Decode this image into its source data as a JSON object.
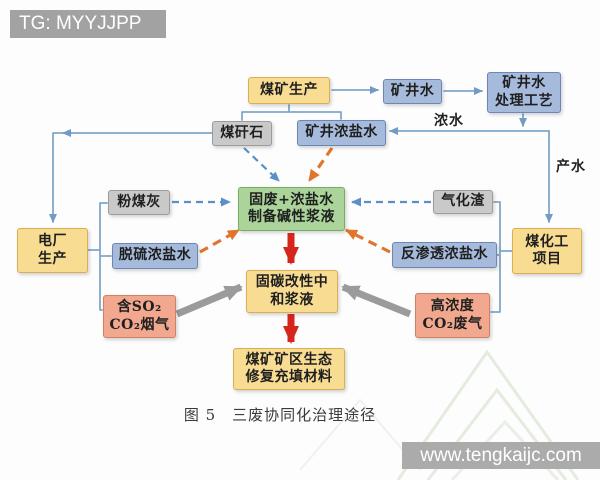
{
  "watermarks": {
    "top_left": "TG: MYYJJPP",
    "bottom_right": "www.tengkaijc.com"
  },
  "caption": "图 5　三废协同化治理途径",
  "edge_labels": {
    "concentrated_water": "浓水",
    "product_water": "产水"
  },
  "nodes": {
    "coal_mine_production": {
      "label": "煤矿生产",
      "type": "yellow"
    },
    "mine_water": {
      "label": "矿井水",
      "type": "blue"
    },
    "mine_water_treatment": {
      "line1": "矿井水",
      "line2": "处理工艺",
      "type": "blue"
    },
    "coal_gangue": {
      "label": "煤矸石",
      "type": "gray"
    },
    "mine_brine": {
      "label": "矿井浓盐水",
      "type": "blue"
    },
    "fly_ash": {
      "label": "粉煤灰",
      "type": "gray"
    },
    "slurry_prep": {
      "line1": "固废+浓盐水",
      "line2": "制备碱性浆液",
      "type": "green"
    },
    "gasification_slag": {
      "label": "气化渣",
      "type": "gray"
    },
    "power_plant": {
      "line1": "电厂",
      "line2": "生产",
      "type": "yellow"
    },
    "desulf_brine": {
      "label": "脱硫浓盐水",
      "type": "blue"
    },
    "ro_brine": {
      "label": "反渗透浓盐水",
      "type": "blue"
    },
    "coal_chemical": {
      "line1": "煤化工",
      "line2": "项目",
      "type": "yellow"
    },
    "so2_flue_gas": {
      "line1": "含SO₂",
      "line2": "CO₂烟气",
      "type": "salmon"
    },
    "high_co2_gas": {
      "line1": "高浓度",
      "line2": "CO₂废气",
      "type": "salmon"
    },
    "carbon_slurry": {
      "line1": "固碳改性中",
      "line2": "和浆液",
      "type": "yellow"
    },
    "restoration": {
      "line1": "煤矿矿区生态",
      "line2": "修复充填材料",
      "type": "yellow"
    }
  },
  "colors": {
    "node_yellow": "#f8dc92",
    "node_blue": "#a6bbdc",
    "node_gray": "#c9c9c9",
    "node_green": "#abd49a",
    "node_salmon": "#f2a88f",
    "line_blue": "#7fa7c9",
    "dashed_blue": "#5b8fc9",
    "dashed_orange": "#e0752e",
    "arrow_red": "#d6251d",
    "arrow_gray": "#9b9b9b"
  },
  "edges": [
    {
      "from": "煤矿生产",
      "to": "矿井水",
      "style": "solid-blue"
    },
    {
      "from": "矿井水",
      "to": "矿井水处理工艺",
      "style": "solid-blue"
    },
    {
      "from": "煤矿生产",
      "to": "煤矸石",
      "style": "solid-blue"
    },
    {
      "from": "煤矿生产",
      "to": "矿井浓盐水",
      "style": "solid-blue"
    },
    {
      "from": "矿井水处理工艺",
      "to": "矿井浓盐水",
      "label": "浓水",
      "style": "solid-blue"
    },
    {
      "from": "矿井水处理工艺",
      "to": "煤化工项目",
      "label": "产水",
      "style": "solid-blue"
    },
    {
      "from": "煤矸石",
      "to": "电厂生产",
      "style": "solid-blue"
    },
    {
      "from": "电厂生产",
      "to": "粉煤灰/脱硫浓盐水/含SO₂CO₂烟气",
      "style": "bracket"
    },
    {
      "from": "煤化工项目",
      "to": "气化渣/反渗透浓盐水/高浓度CO₂废气",
      "style": "bracket"
    },
    {
      "from": "粉煤灰",
      "to": "固废+浓盐水制备碱性浆液",
      "style": "dashed-blue"
    },
    {
      "from": "煤矸石",
      "to": "固废+浓盐水制备碱性浆液",
      "style": "dashed-blue"
    },
    {
      "from": "气化渣",
      "to": "固废+浓盐水制备碱性浆液",
      "style": "dashed-blue"
    },
    {
      "from": "矿井浓盐水",
      "to": "固废+浓盐水制备碱性浆液",
      "style": "dashed-orange"
    },
    {
      "from": "脱硫浓盐水",
      "to": "固废+浓盐水制备碱性浆液",
      "style": "dashed-orange"
    },
    {
      "from": "反渗透浓盐水",
      "to": "固废+浓盐水制备碱性浆液",
      "style": "dashed-orange"
    },
    {
      "from": "固废+浓盐水制备碱性浆液",
      "to": "固碳改性中和浆液",
      "style": "thick-red"
    },
    {
      "from": "固碳改性中和浆液",
      "to": "煤矿矿区生态修复充填材料",
      "style": "thick-red"
    },
    {
      "from": "含SO₂CO₂烟气",
      "to": "固碳改性中和浆液",
      "style": "thick-gray"
    },
    {
      "from": "高浓度CO₂废气",
      "to": "固碳改性中和浆液",
      "style": "thick-gray"
    }
  ]
}
